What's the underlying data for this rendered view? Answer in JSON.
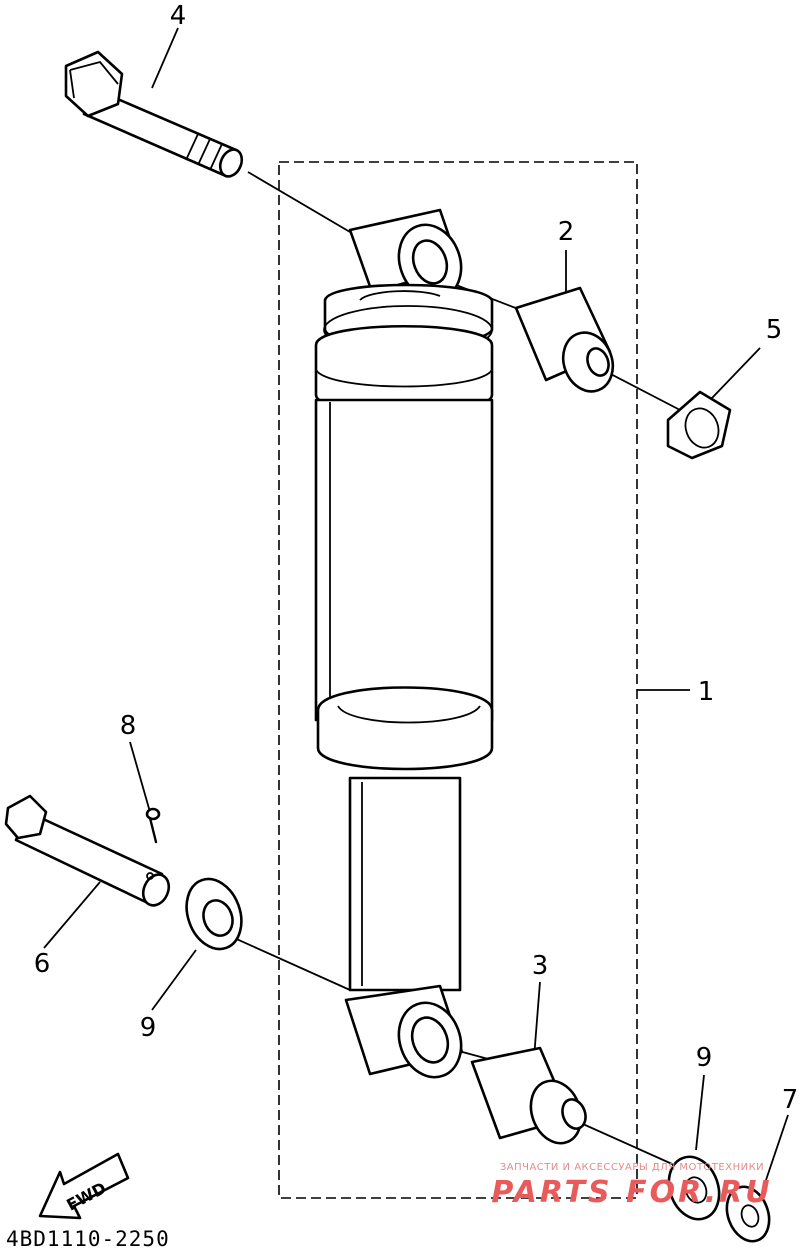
{
  "callouts": {
    "p1": "1",
    "p2": "2",
    "p3": "3",
    "p4": "4",
    "p5": "5",
    "p6": "6",
    "p7": "7",
    "p8": "8",
    "p9a": "9",
    "p9b": "9"
  },
  "fwd_label": "FWD",
  "diagram_code": "4BD1110-2250",
  "watermark": {
    "line1": "ЗАПЧАСТИ И АКСЕССУАРЫ ДЛЯ МОТОТЕХНИКИ",
    "line2": "PARTS FOR.RU"
  }
}
